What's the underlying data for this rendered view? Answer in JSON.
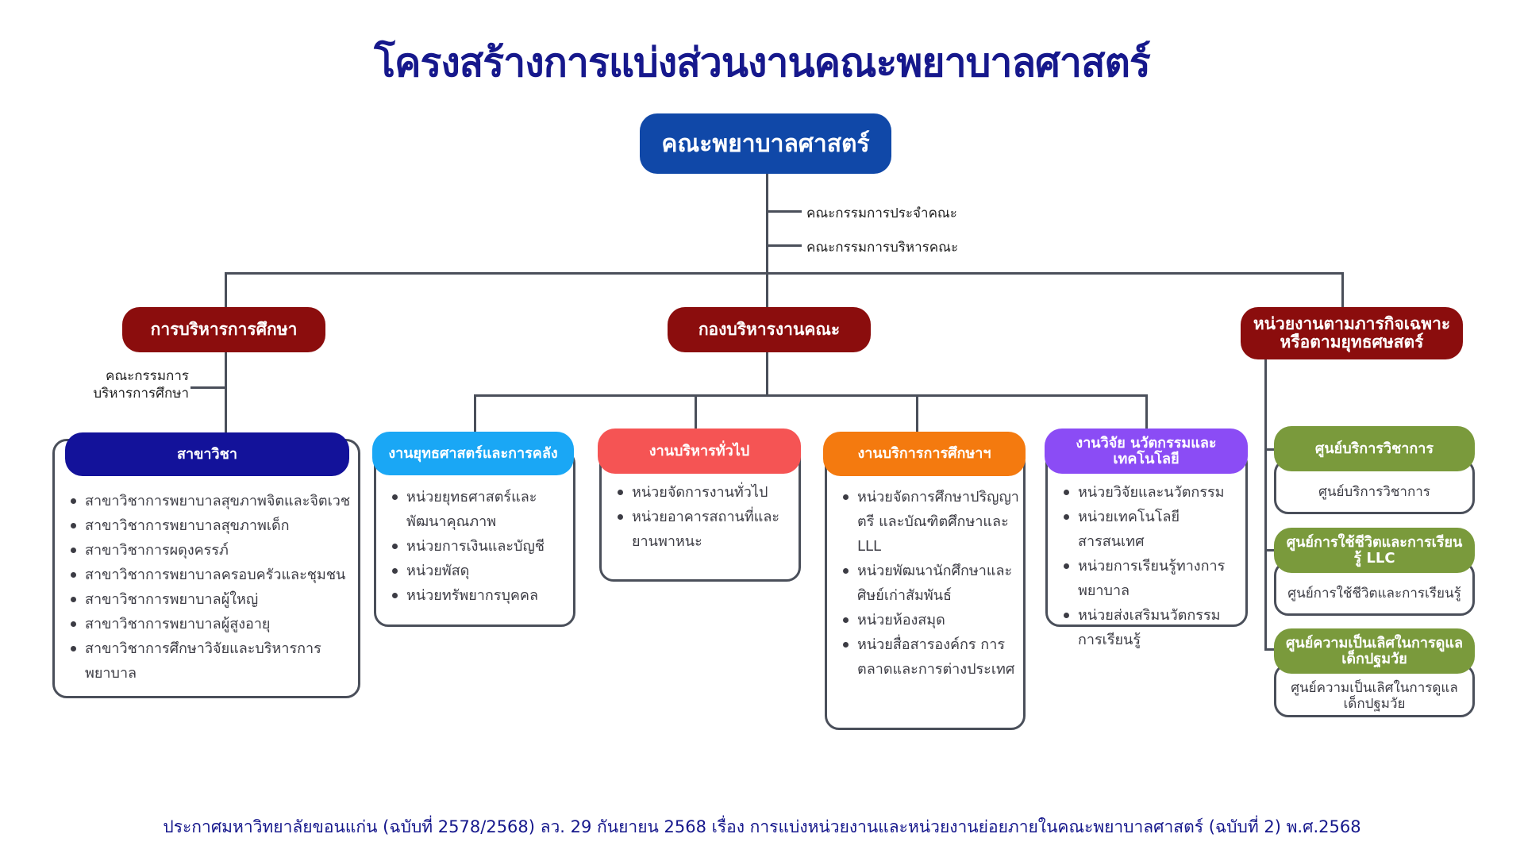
{
  "title": "โครงสร้างการแบ่งส่วนงานคณะพยาบาลศาสตร์",
  "root": "คณะพยาบาลศาสตร์",
  "root_committees": [
    "คณะกรรมการประจำคณะ",
    "คณะกรรมการบริหารคณะ"
  ],
  "divisions": [
    {
      "label": "การบริหารการศึกษา",
      "committee": [
        "คณะกรรมการ",
        "บริหารการศึกษา"
      ]
    },
    {
      "label": "กองบริหารงานคณะ"
    },
    {
      "label": "หน่วยงานตามภารกิจเฉพาะหรือตามยุทธศษสตร์"
    }
  ],
  "departments": {
    "header": "สาขาวิชา",
    "items": [
      "สาขาวิชาการพยาบาลสุขภาพจิตและจิตเวช",
      "สาขาวิชาการพยาบาลสุขภาพเด็ก",
      "สาขาวิชาการผดุงครรภ์",
      "สาขาวิชาการพยาบาลครอบครัวและชุมชน",
      "สาขาวิชาการพยาบาลผู้ใหญ่",
      "สาขาวิชาการพยาบาลผู้สูงอายุ",
      "สาขาวิชาการศึกษาวิจัยและบริหารการพยาบาล"
    ]
  },
  "units": [
    {
      "header": "งานยุทธศาสตร์และการคลัง",
      "color": "#1aa7f5",
      "items": [
        "หน่วยยุทธศาสตร์และพัฒนาคุณภาพ",
        "หน่วยการเงินและบัญชี",
        "หน่วยพัสดุ",
        "หน่วยทรัพยากรบุคคล"
      ]
    },
    {
      "header": "งานบริหารทั่วไป",
      "color": "#f55454",
      "items": [
        "หน่วยจัดการงานทั่วไป",
        "หน่วยอาคารสถานที่และยานพาหนะ"
      ]
    },
    {
      "header": "งานบริการการศึกษาฯ",
      "color": "#f47a0f",
      "items": [
        "หน่วยจัดการศึกษาปริญญาตรี และบัณฑิตศึกษาและ LLL",
        "หน่วยพัฒนานักศึกษาและศิษย์เก่าสัมพันธ์",
        "หน่วยห้องสมุด",
        "หน่วยสื่อสารองค์กร การตลาดและการต่างประเทศ"
      ]
    },
    {
      "header": "งานวิจัย นวัตกรรมและเทคโนโลยี",
      "color": "#8b4cf5",
      "items": [
        "หน่วยวิจัยและนวัตกรรม",
        "หน่วยเทคโนโลยีสารสนเทศ",
        "หน่วยการเรียนรู้ทางการพยาบาล",
        "หน่วยส่งเสริมนวัตกรรมการเรียนรู้"
      ]
    }
  ],
  "centers": [
    {
      "header": "ศูนย์บริการวิชาการ",
      "body": "ศูนย์บริการวิชาการ"
    },
    {
      "header": "ศูนย์การใช้ชีวิตและการเรียนรู้ LLC",
      "body": "ศูนย์การใช้ชีวิตและการเรียนรู้"
    },
    {
      "header": "ศูนย์ความเป็นเลิศในการดูแลเด็กปฐมวัย",
      "body": "ศูนย์ความเป็นเลิศในการดูแลเด็กปฐมวัย"
    }
  ],
  "footer": "ประกาศมหาวิทยาลัยขอนแก่น (ฉบับที่ 2578/2568) ลว. 29 กันยายน 2568 เรื่อง การแบ่งหน่วยงานและหน่วยงานย่อยภายในคณะพยาบาลศาสตร์ (ฉบับที่ 2) พ.ศ.2568",
  "colors": {
    "root": "#1048a8",
    "division": "#8b0d0d",
    "departments": "#13129a",
    "centers": "#7a9a3c",
    "title": "#16188c"
  }
}
